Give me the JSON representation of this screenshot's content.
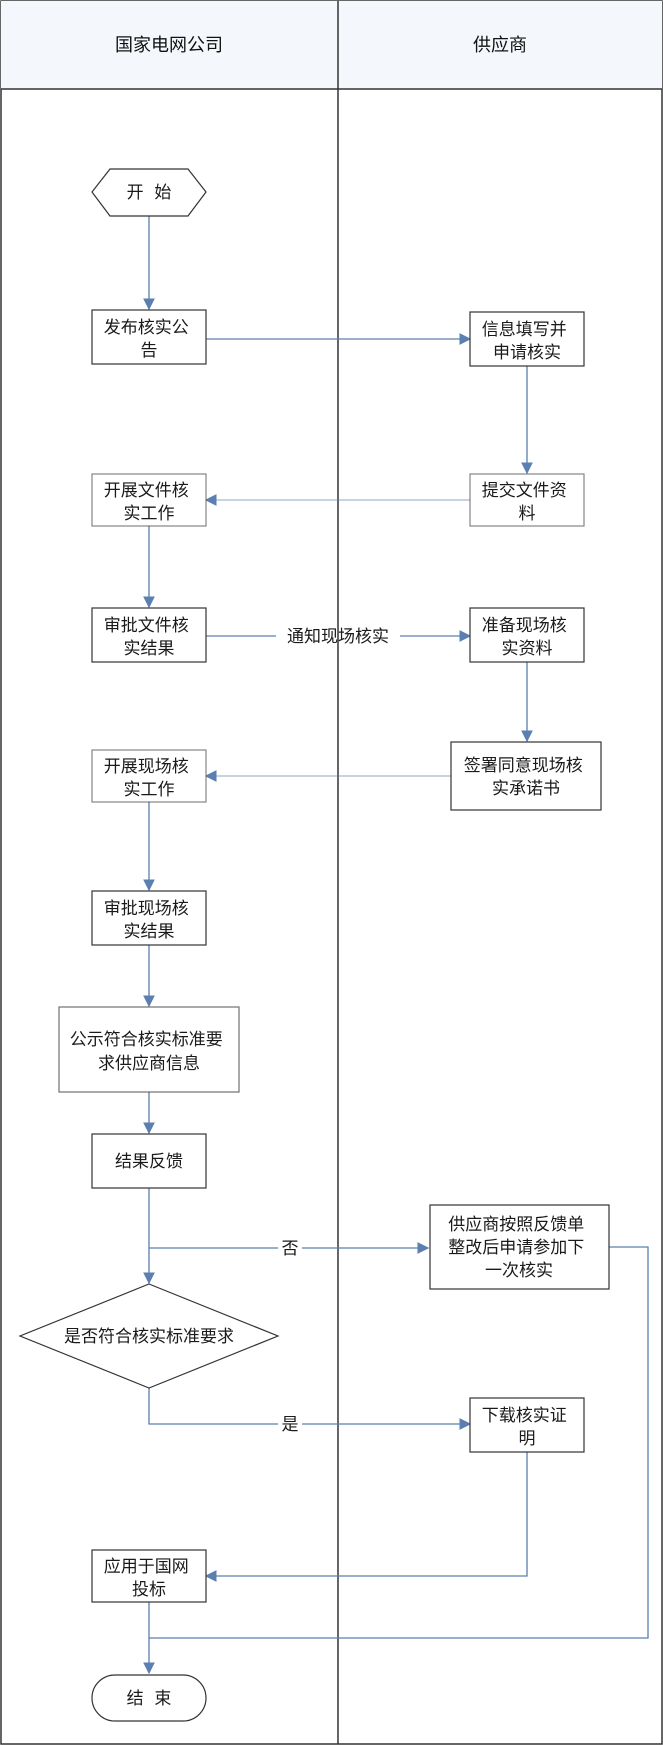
{
  "lanes": {
    "left": "国家电网公司",
    "right": "供应商"
  },
  "nodes": {
    "start": "开  始",
    "publish": [
      "发布核实公",
      "告"
    ],
    "fill_apply": [
      "信息填写并",
      "申请核实"
    ],
    "submit_docs": [
      "提交文件资",
      "料"
    ],
    "doc_verify": [
      "开展文件核",
      "实工作"
    ],
    "doc_approve": [
      "审批文件核",
      "实结果"
    ],
    "prep_site": [
      "准备现场核",
      "实资料"
    ],
    "sign_pledge": [
      "签署同意现场核",
      "实承诺书"
    ],
    "site_verify": [
      "开展现场核",
      "实工作"
    ],
    "site_approve": [
      "审批现场核",
      "实结果"
    ],
    "publicize": [
      "公示符合核实标准要",
      "求供应商信息"
    ],
    "feedback": "结果反馈",
    "rectify": [
      "供应商按照反馈单",
      "整改后申请参加下",
      "一次核实"
    ],
    "decision": "是否符合核实标准要求",
    "download": [
      "下载核实证",
      "明"
    ],
    "apply_bid": [
      "应用于国网",
      "投标"
    ],
    "end": "结  束"
  },
  "edge_labels": {
    "notify_site": "通知现场核实",
    "no": "否",
    "yes": "是"
  },
  "colors": {
    "line": "#5b7fb0",
    "lane_border": "#333333",
    "header_fill": "#f4f7fb"
  }
}
